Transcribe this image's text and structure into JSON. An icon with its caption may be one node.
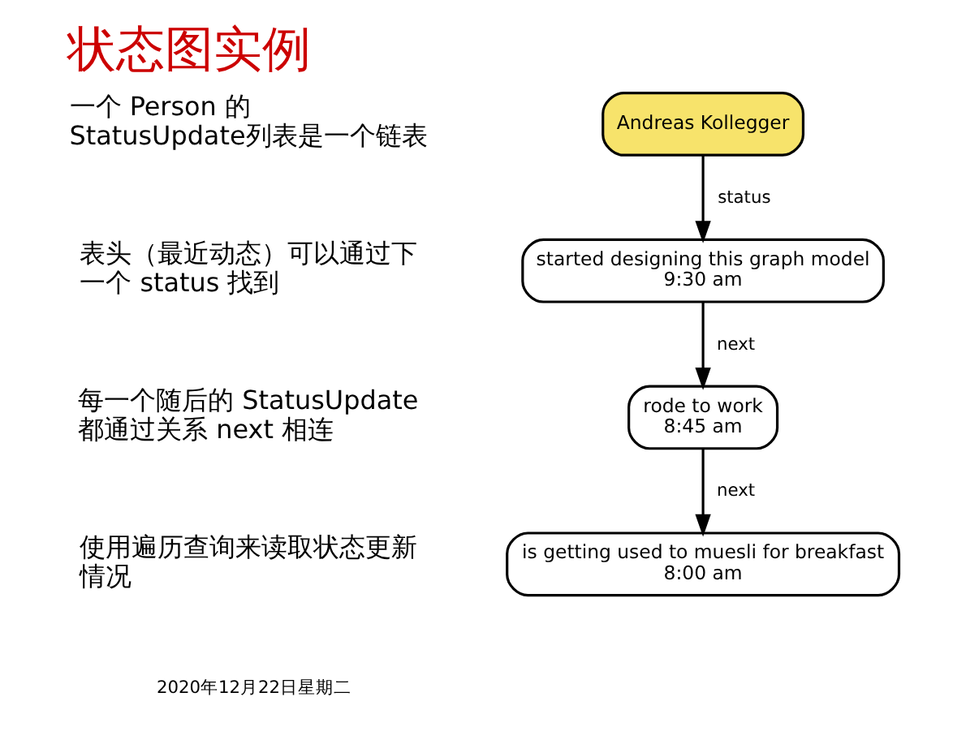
{
  "diagram": {
    "title": "状态图实例",
    "nodes": [
      {
        "text": [
          "Andreas Kollegger"
        ]
      },
      {
        "text": [
          "started designing this graph model",
          "9:30 am"
        ]
      },
      {
        "text": [
          "rode to work",
          "8:45 am"
        ]
      },
      {
        "text": [
          "is getting used to muesli for breakfast",
          "8:00 am"
        ]
      }
    ],
    "edges": [
      {
        "from": 0,
        "to": 1,
        "arrow": "to",
        "label": "status"
      },
      {
        "from": 1,
        "to": 2,
        "arrow": "to",
        "label": "next"
      },
      {
        "from": 2,
        "to": 3,
        "arrow": "to",
        "label": "next"
      }
    ],
    "labels": [
      "一个 Person 的 StatusUpdate列表是一个链表",
      "表头（最近动态）可以通过下一个 status 找到",
      "每一个随后的 StatusUpdate都通过关系 next 相连",
      "使用遍历查询来读取状态更新情况",
      "2020年12月22日星期二"
    ]
  }
}
